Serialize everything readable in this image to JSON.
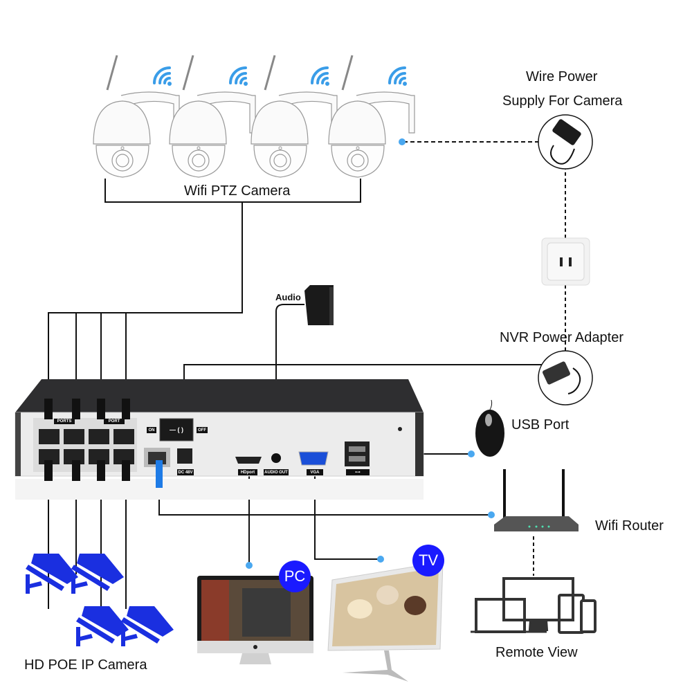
{
  "diagram": {
    "title": "NVR Wifi PTZ / POE Camera Connection Diagram",
    "labels": {
      "wifi_ptz_camera": "Wifi PTZ Camera",
      "wire_power_line1": "Wire Power",
      "wire_power_line2": "Supply For Camera",
      "nvr_power_adapter": "NVR Power Adapter",
      "usb_port": "USB Port",
      "wifi_router": "Wifi Router",
      "remote_view": "Remote View",
      "hd_poe_ip_camera": "HD POE IP Camera",
      "audio": "Audio",
      "pc_badge": "PC",
      "tv_badge": "TV"
    },
    "nvr_panel": {
      "port_group_1": "PORTS",
      "port_group_2": "PORT",
      "switch_on": "ON",
      "switch_off": "OFF",
      "switch_symbol": "— ( )",
      "dc_label": "DC 48V",
      "hdmi_label": "HDport",
      "audio_out_label": "AUDIO OUT",
      "vga_label": "VGA",
      "usb_label": "•⊸"
    },
    "colors": {
      "connector_dot": "#4aa8f0",
      "badge_blue": "#1a1aff",
      "poe_camera_blue": "#1a2fe0",
      "wifi_signal": "#3a9de8",
      "nvr_body": "#2e2e30",
      "nvr_panel": "#ececec"
    },
    "counts": {
      "wifi_ptz_cameras": 4,
      "poe_ip_cameras": 4,
      "poe_ports": 8
    }
  }
}
